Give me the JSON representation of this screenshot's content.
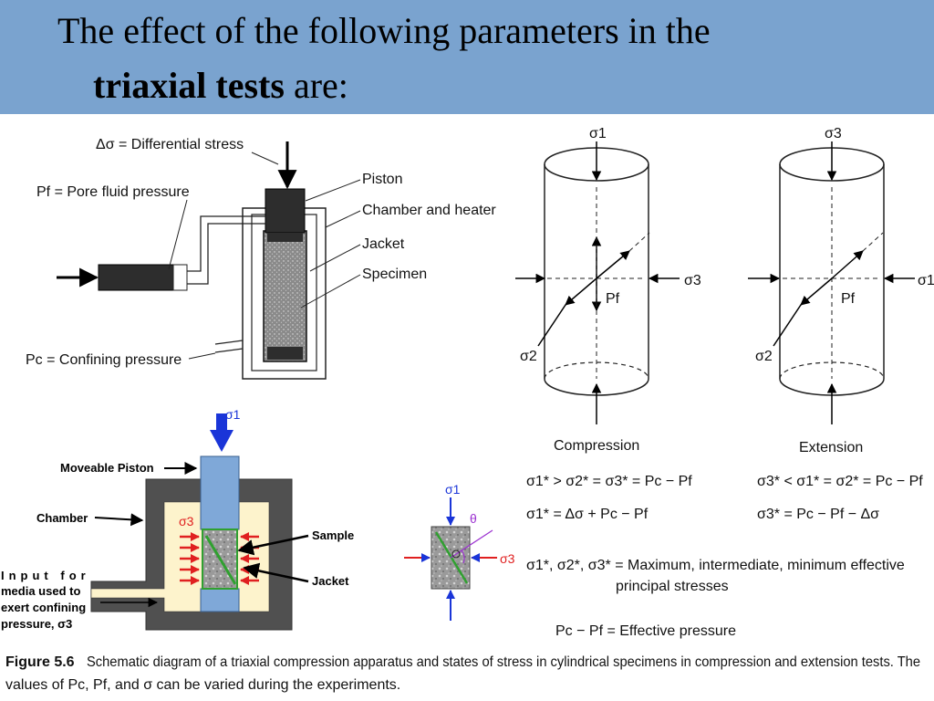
{
  "title": {
    "line1": "The effect of the following parameters in the",
    "line2_bold": "triaxial tests",
    "line2_rest": "are:"
  },
  "apparatus": {
    "differential_stress": "Δσ = Differential stress",
    "pore_fluid": "Pf = Pore fluid pressure",
    "piston": "Piston",
    "chamber_heater": "Chamber and heater",
    "jacket": "Jacket",
    "specimen": "Specimen",
    "confining": "Pc = Confining pressure"
  },
  "stress_states": {
    "sigma1": "σ1",
    "sigma2": "σ2",
    "sigma3": "σ3",
    "pf": "Pf",
    "compression": "Compression",
    "extension": "Extension",
    "comp_eq1": "σ1* > σ2* = σ3* = Pc − Pf",
    "comp_eq2": "σ1* = Δσ + Pc − Pf",
    "ext_eq1": "σ3* < σ1* = σ2* = Pc − Pf",
    "ext_eq2": "σ3* = Pc − Pf − Δσ",
    "principal_line1": "σ1*, σ2*, σ3* = Maximum, intermediate, minimum effective",
    "principal_line2": "principal stresses",
    "effective": "Pc − Pf = Effective pressure"
  },
  "colored_diagram": {
    "sigma1": "σ1",
    "sigma3": "σ3",
    "moveable_piston": "Moveable Piston",
    "chamber": "Chamber",
    "sample": "Sample",
    "jacket": "Jacket",
    "input_line1": "Input for",
    "input_line2": "media used to",
    "input_line3": "exert confining",
    "input_line4": "pressure, σ3"
  },
  "sample_element": {
    "sigma1": "σ1",
    "sigma3": "σ3",
    "theta": "θ"
  },
  "caption": {
    "figure_label": "Figure 5.6",
    "line1": "Schematic diagram of a triaxial compression apparatus and states of stress in cylindrical specimens in compression and extension tests. The",
    "line2": "values of Pc, Pf, and σ can be varied during the experiments."
  },
  "colors": {
    "title_band": "#7aa3cf",
    "piston_blue": "#7fa8d8",
    "chamber_fill": "#fdf3cc",
    "arrow_red": "#e02020",
    "arrow_blue": "#1a35d8"
  }
}
